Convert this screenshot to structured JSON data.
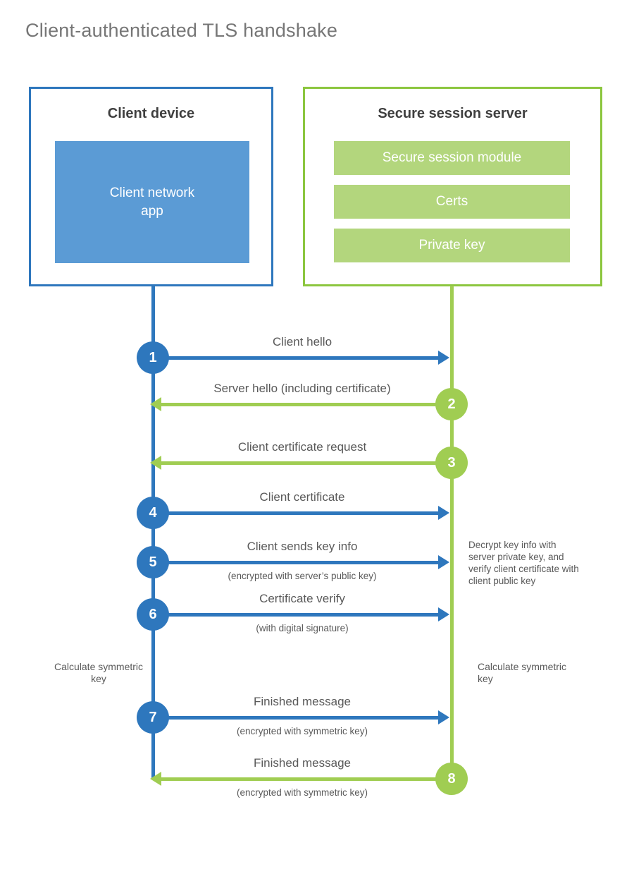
{
  "title": "Client-authenticated TLS handshake",
  "colors": {
    "blue_accent": "#2e77bd",
    "blue_fill": "#5b9bd5",
    "green_border": "#8cc63f",
    "green_accent": "#a0cd52",
    "green_fill": "#b3d67d",
    "heading_text": "#3f3f3f",
    "label_text": "#595959",
    "title_text": "#767676"
  },
  "client": {
    "title": "Client device",
    "component": "Client network\napp"
  },
  "server": {
    "title": "Secure session server",
    "components": [
      "Secure session module",
      "Certs",
      "Private key"
    ]
  },
  "steps": [
    {
      "num": "1",
      "label": "Client hello",
      "sub": "",
      "direction": "right",
      "from": "client"
    },
    {
      "num": "2",
      "label": "Server hello (including certificate)",
      "sub": "",
      "direction": "left",
      "from": "server"
    },
    {
      "num": "3",
      "label": "Client certificate request",
      "sub": "",
      "direction": "left",
      "from": "server"
    },
    {
      "num": "4",
      "label": "Client certificate",
      "sub": "",
      "direction": "right",
      "from": "client"
    },
    {
      "num": "5",
      "label": "Client sends key info",
      "sub": "(encrypted with server’s public key)",
      "direction": "right",
      "from": "client"
    },
    {
      "num": "6",
      "label": "Certificate verify",
      "sub": "(with digital signature)",
      "direction": "right",
      "from": "client"
    },
    {
      "num": "7",
      "label": "Finished message",
      "sub": "(encrypted with symmetric key)",
      "direction": "right",
      "from": "client"
    },
    {
      "num": "8",
      "label": "Finished message",
      "sub": "(encrypted with symmetric key)",
      "direction": "left",
      "from": "server"
    }
  ],
  "annotations": {
    "decrypt_note": "Decrypt key info with server private key, and verify client certificate with client public key",
    "calc_left": "Calculate symmetric key",
    "calc_right": "Calculate symmetric key"
  }
}
